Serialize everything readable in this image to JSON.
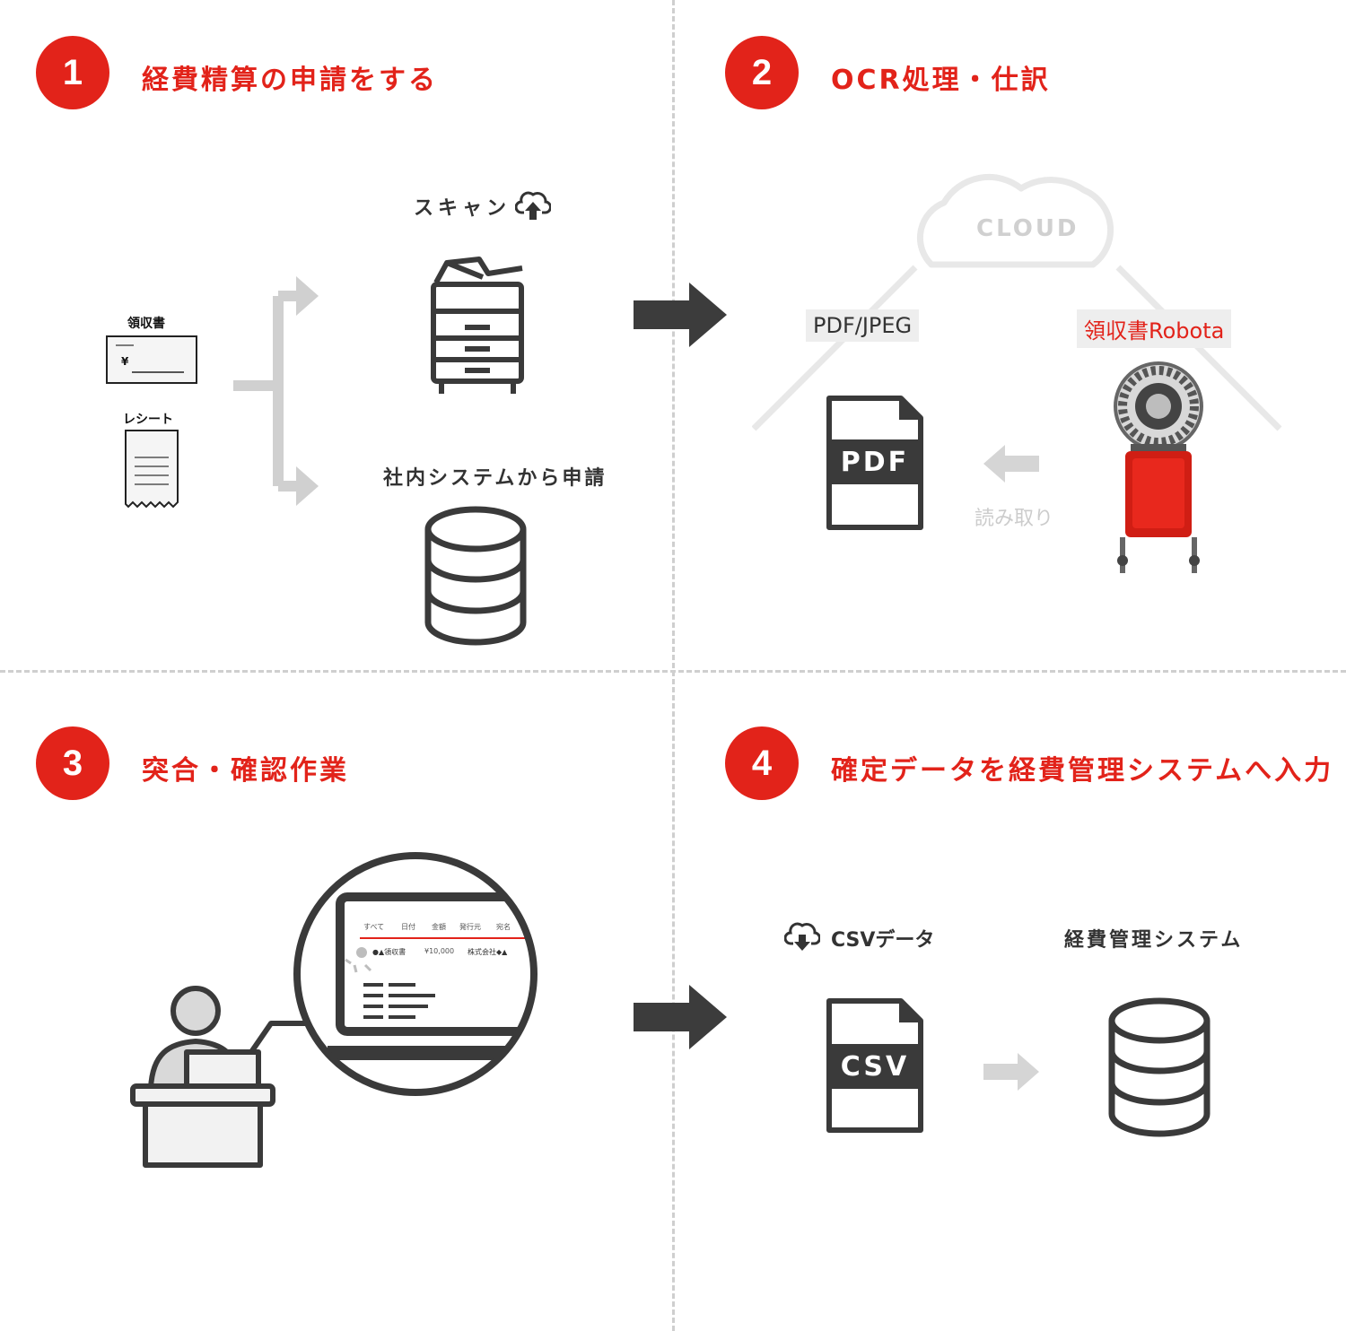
{
  "steps": [
    {
      "number": "1",
      "title": "経費精算の申請をする"
    },
    {
      "number": "2",
      "title": "OCR処理・仕訳"
    },
    {
      "number": "3",
      "title": "突合・確認作業"
    },
    {
      "number": "4",
      "title": "確定データを経費管理システムへ入力"
    }
  ],
  "step1": {
    "receipt_label": "領収書",
    "yen_symbol": "¥",
    "slip_label": "レシート",
    "scan_label": "スキャン",
    "system_label": "社内システムから申請"
  },
  "step2": {
    "cloud_label": "CLOUD",
    "format_tag": "PDF/JPEG",
    "robot_tag": "領収書Robota",
    "pdf_text": "PDF",
    "read_label": "読み取り"
  },
  "step3": {
    "tabs": [
      "すべて",
      "日付",
      "金額",
      "発行元",
      "宛名"
    ],
    "row": {
      "item": "●▲領収書",
      "amount": "¥10,000",
      "issuer": "株式会社◆▲"
    }
  },
  "step4": {
    "csv_label": "CSVデータ",
    "system_label": "経費管理システム",
    "csv_text": "CSV"
  },
  "colors": {
    "accent": "#e2231a",
    "dark": "#3c3c3c",
    "light_gray": "#cfcfcf"
  },
  "icons": [
    "cloud-upload-icon",
    "copier-icon",
    "database-icon",
    "pdf-file-icon",
    "robot-icon",
    "csv-file-icon",
    "cloud-download-icon",
    "person-at-desk-icon",
    "magnifier-screen-icon"
  ]
}
